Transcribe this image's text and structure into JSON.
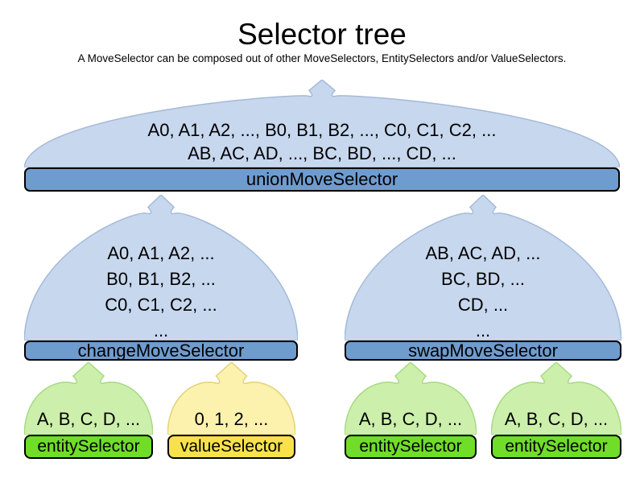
{
  "title": "Selector tree",
  "subtitle": "A MoveSelector can be composed out of other MoveSelectors, EntitySelectors and/or ValueSelectors.",
  "colors": {
    "move_light": "#c7d7ee",
    "move_border": "#a4bad9",
    "move_bar": "#6f9ccf",
    "entity_light": "#ccf0ab",
    "entity_border": "#a6da83",
    "entity_bar": "#70dd28",
    "value_light": "#fcf2ae",
    "value_border": "#e2d27a",
    "value_bar": "#f8e14b",
    "bar_border": "#000000",
    "text": "#000000"
  },
  "nodes": {
    "union": {
      "label": "unionMoveSelector",
      "lines": [
        "A0, A1, A2, ..., B0, B1, B2, ..., C0, C1, C2, ...",
        "AB, AC, AD, ..., BC, BD, ..., CD, ..."
      ]
    },
    "change": {
      "label": "changeMoveSelector",
      "lines": [
        "A0, A1, A2, ...",
        "B0, B1, B2, ...",
        "C0, C1, C2, ...",
        "..."
      ]
    },
    "swap": {
      "label": "swapMoveSelector",
      "lines": [
        "AB, AC, AD, ...",
        "BC, BD, ...",
        "CD, ...",
        "..."
      ]
    },
    "entity_left": {
      "label": "entitySelector",
      "lines": [
        "A, B, C, D, ..."
      ]
    },
    "value_left": {
      "label": "valueSelector",
      "lines": [
        "0, 1, 2, ..."
      ]
    },
    "entity_mid": {
      "label": "entitySelector",
      "lines": [
        "A, B, C, D, ..."
      ]
    },
    "entity_right": {
      "label": "entitySelector",
      "lines": [
        "A, B, C, D, ..."
      ]
    }
  }
}
